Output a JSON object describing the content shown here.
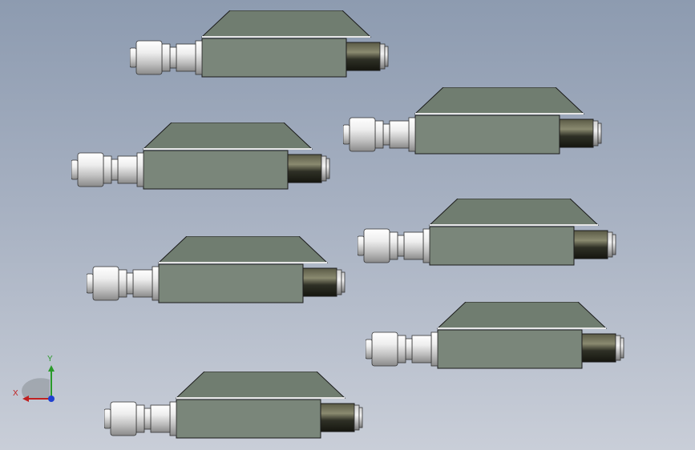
{
  "viewport": {
    "background_top": "#8d9bb0",
    "background_bottom": "#c9ced8"
  },
  "parts": {
    "count": 7,
    "body_color": "#788478",
    "shaft_color": "#2f3026",
    "fitting_color": "#e6e6e6"
  },
  "triad": {
    "x_label": "X",
    "y_label": "Y",
    "x_color": "#c02020",
    "y_color": "#2a9a2a",
    "z_color": "#2040d0"
  }
}
